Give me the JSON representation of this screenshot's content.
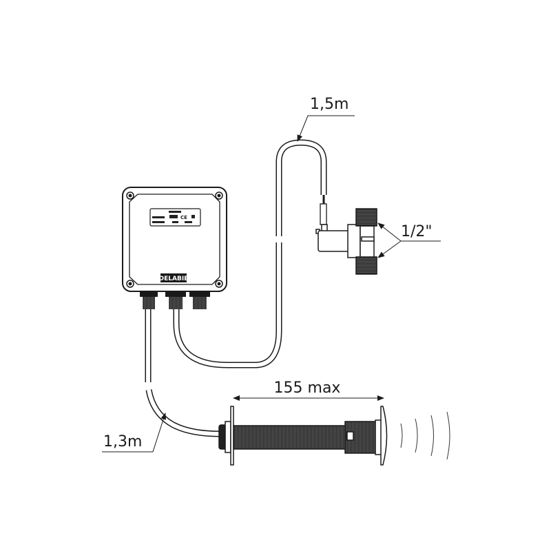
{
  "labels": {
    "valve_cable_length": "1,5m",
    "thread_size": "1/2\"",
    "sensor_length": "155 max",
    "sensor_cable_length": "1,3m"
  },
  "control_box": {
    "brand_logo": "DELABIE"
  },
  "colors": {
    "line": "#1a1a1a",
    "background": "#ffffff"
  }
}
